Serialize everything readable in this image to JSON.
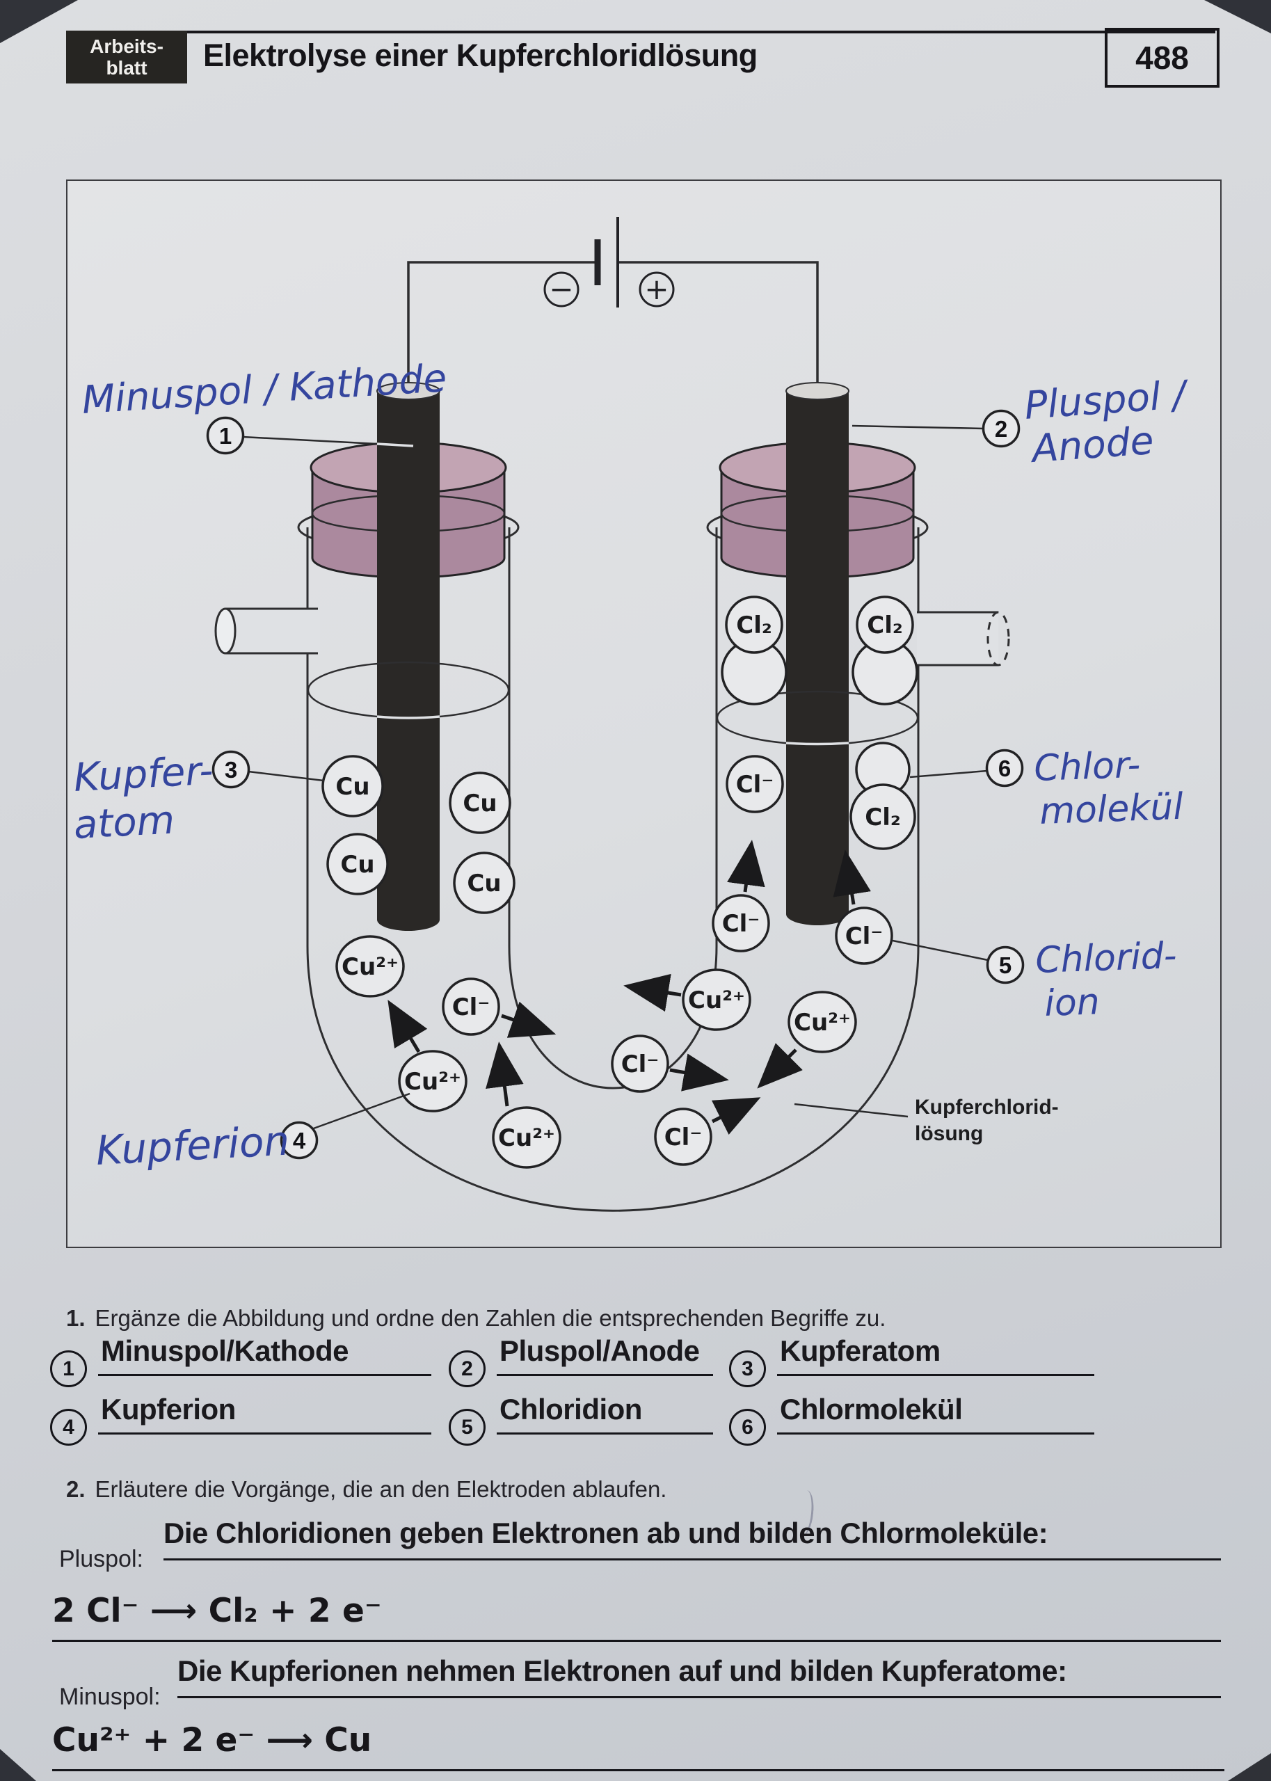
{
  "header": {
    "label_line1": "Arbeits-",
    "label_line2": "blatt",
    "title": "Elektrolyse einer Kupferchloridlösung",
    "page_number": "488"
  },
  "diagram": {
    "battery": {
      "minus": "−",
      "plus": "+"
    },
    "ion_labels": {
      "cu": "Cu",
      "cu_ion": "Cu²⁺",
      "cl_ion": "Cl⁻",
      "cl2": "Cl₂"
    },
    "markers": {
      "m1": "1",
      "m2": "2",
      "m3": "3",
      "m4": "4",
      "m5": "5",
      "m6": "6"
    },
    "solution_label_line1": "Kupferchlorid-",
    "solution_label_line2": "lösung",
    "handwritten": {
      "cathode": "Minuspol / Kathode",
      "anode_line1": "Pluspol /",
      "anode_line2": "Anode",
      "copper_atom_line1": "Kupfer-",
      "copper_atom_line2": "atom",
      "copper_ion": "Kupferion",
      "chloride_line1": "Chlorid-",
      "chloride_line2": "ion",
      "chlorine_line1": "Chlor-",
      "chlorine_line2": "molekül"
    },
    "colors": {
      "stopper": "#ab899e",
      "stopper_top": "#c2a4b3",
      "ink": "#34459e"
    }
  },
  "questions": {
    "q1": {
      "number": "1.",
      "text": "Ergänze die Abbildung und ordne den Zahlen die entsprechenden Begriffe zu.",
      "answers": [
        {
          "num": "1",
          "label": "Minuspol/Kathode"
        },
        {
          "num": "2",
          "label": "Pluspol/Anode"
        },
        {
          "num": "3",
          "label": "Kupferatom"
        },
        {
          "num": "4",
          "label": "Kupferion"
        },
        {
          "num": "5",
          "label": "Chloridion"
        },
        {
          "num": "6",
          "label": "Chlormolekül"
        }
      ]
    },
    "q2": {
      "number": "2.",
      "text": "Erläutere die Vorgänge, die an den Elektroden ablaufen.",
      "pluspol_label": "Pluspol:",
      "pluspol_answer": "Die Chloridionen geben Elektronen ab und bilden Chlormoleküle:",
      "pluspol_equation": "2 Cl⁻ ⟶ Cl₂ + 2 e⁻",
      "minuspol_label": "Minuspol:",
      "minuspol_answer": "Die Kupferionen nehmen Elektronen auf und bilden Kupferatome:",
      "minuspol_equation": "Cu²⁺ + 2 e⁻ ⟶ Cu"
    }
  }
}
